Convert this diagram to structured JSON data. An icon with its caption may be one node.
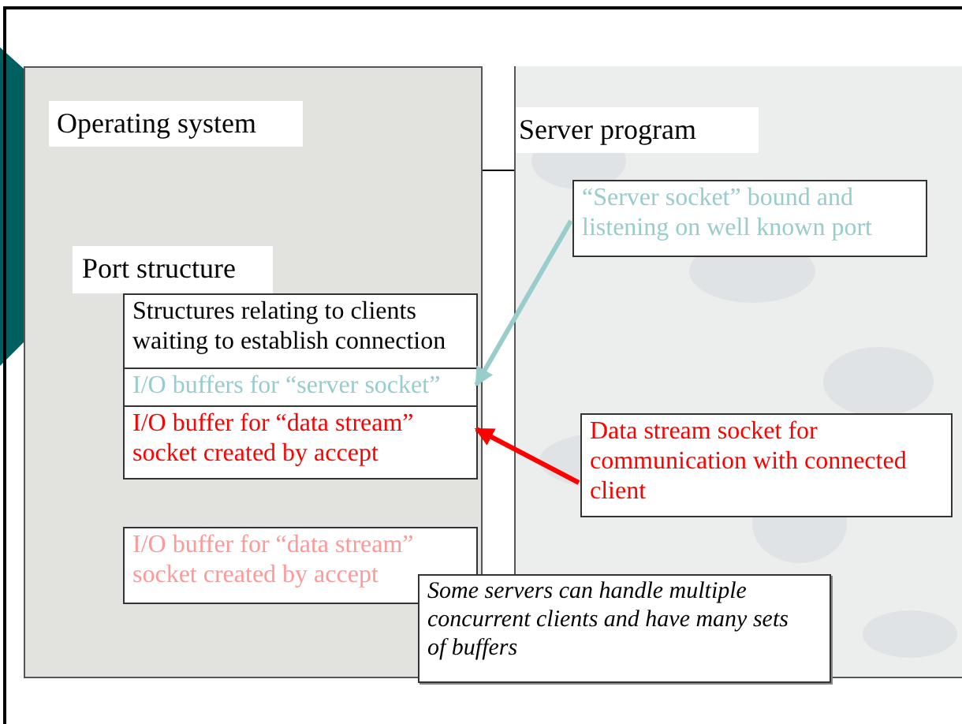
{
  "diagram": {
    "nodes": [
      {
        "text": [
          "Operating system"
        ]
      },
      {
        "text": [
          "Port structure"
        ],
        "in": 0
      },
      {
        "text": [
          "Structures relating to clients waiting to establish connection"
        ],
        "in": 0
      },
      {
        "text": [
          "I/O buffers for “server socket”"
        ],
        "in": 0
      },
      {
        "text": [
          "I/O buffer for “data stream” socket created by accept"
        ],
        "in": 0
      },
      {
        "text": [
          "I/O buffer for “data stream” socket created by accept"
        ],
        "in": 0
      },
      {
        "text": [
          "Server program"
        ]
      },
      {
        "text": [
          "“Server socket” bound and listening on well known port"
        ],
        "in": 6
      },
      {
        "text": [
          "Data stream socket for communication with connected client"
        ],
        "in": 6
      },
      {
        "text": [
          "Some servers can handle multiple concurrent clients and have many sets of buffers"
        ]
      }
    ],
    "edges": [
      {
        "from": 7,
        "to": 3,
        "arrow": "to",
        "color": "#99cccc"
      },
      {
        "from": 8,
        "to": 4,
        "arrow": "to",
        "color": "#ff0000"
      }
    ]
  }
}
